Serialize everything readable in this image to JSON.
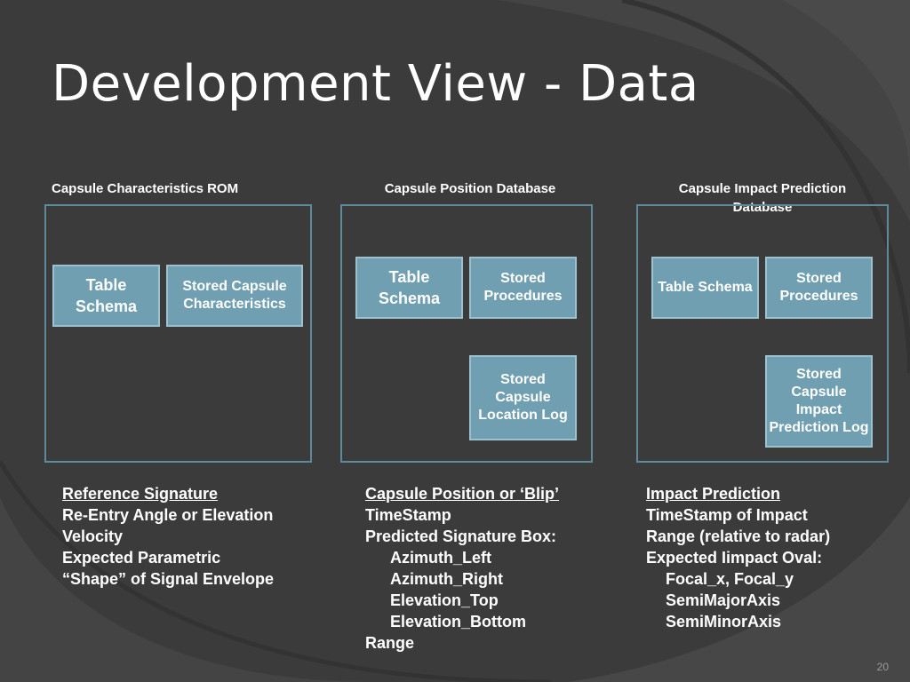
{
  "slide": {
    "title": "Development View - Data",
    "page_number": "20"
  },
  "columns": [
    {
      "title": "Capsule Characteristics ROM",
      "boxes": [
        "Table Schema",
        "Stored Capsule Characteristics"
      ]
    },
    {
      "title": "Capsule Position Database",
      "boxes": [
        "Table Schema",
        "Stored Procedures",
        "Stored Capsule Location Log"
      ]
    },
    {
      "title": "Capsule Impact Prediction Database",
      "boxes": [
        "Table Schema",
        "Stored Procedures",
        "Stored Capsule Impact Prediction Log"
      ]
    }
  ],
  "descriptions": [
    {
      "heading": "Reference  Signature",
      "lines": [
        "Re-Entry Angle or Elevation",
        "Velocity",
        "Expected Parametric",
        "“Shape” of Signal Envelope"
      ]
    },
    {
      "heading": "Capsule Position or ‘Blip’",
      "lines": [
        "TimeStamp",
        "Predicted Signature Box:"
      ],
      "sub_lines": [
        "Azimuth_Left",
        "Azimuth_Right",
        "Elevation_Top",
        "Elevation_Bottom"
      ],
      "tail": "Range"
    },
    {
      "heading": "Impact  Prediction",
      "lines": [
        "TimeStamp of Impact",
        "Range (relative to radar)",
        "Expected Iimpact Oval:"
      ],
      "sub_lines": [
        "Focal_x, Focal_y",
        "SemiMajorAxis",
        "SemiMinorAxis"
      ]
    }
  ],
  "colors": {
    "background": "#3c3c3c",
    "container_border": "#5f8a9c",
    "box_fill": "#6f9fb1",
    "box_border": "#9cc2d0",
    "text": "#ffffff"
  }
}
